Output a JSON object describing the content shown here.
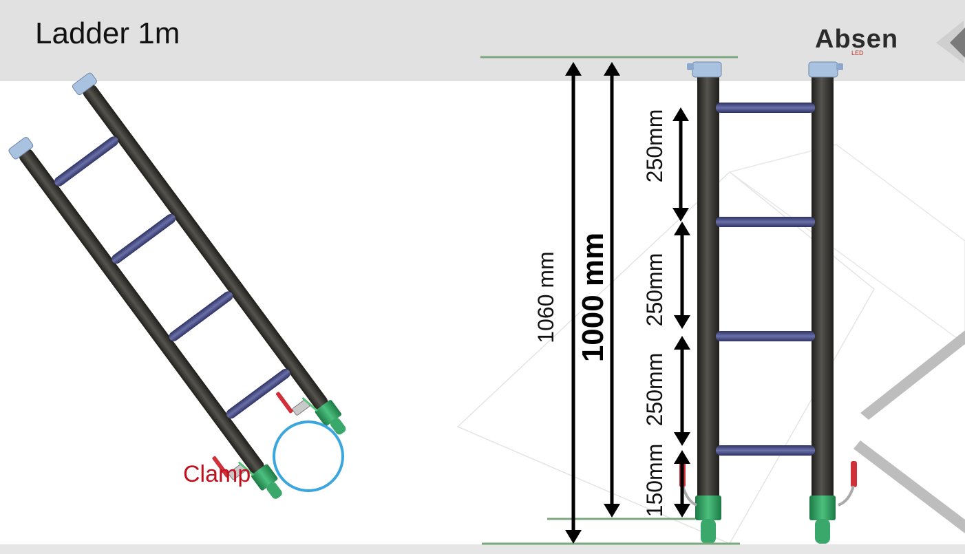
{
  "slide": {
    "title": "Ladder 1m",
    "logo_text": "Absen",
    "logo_sub": "LED"
  },
  "labels": {
    "clamp": "Clamp",
    "total_height": "1060 mm",
    "ladder_height": "1000 mm",
    "seg1": "250mm",
    "seg2": "250mm",
    "seg3": "250mm",
    "seg4": "150mm"
  },
  "colors": {
    "rail": "#3b3a36",
    "rung": "#464c80",
    "cap": "#a9c2e0",
    "foot": "#2e9a5a",
    "clamp_label": "#c0121e",
    "highlight_circle": "#3aa6dd",
    "guide_line": "#7ba77f"
  }
}
